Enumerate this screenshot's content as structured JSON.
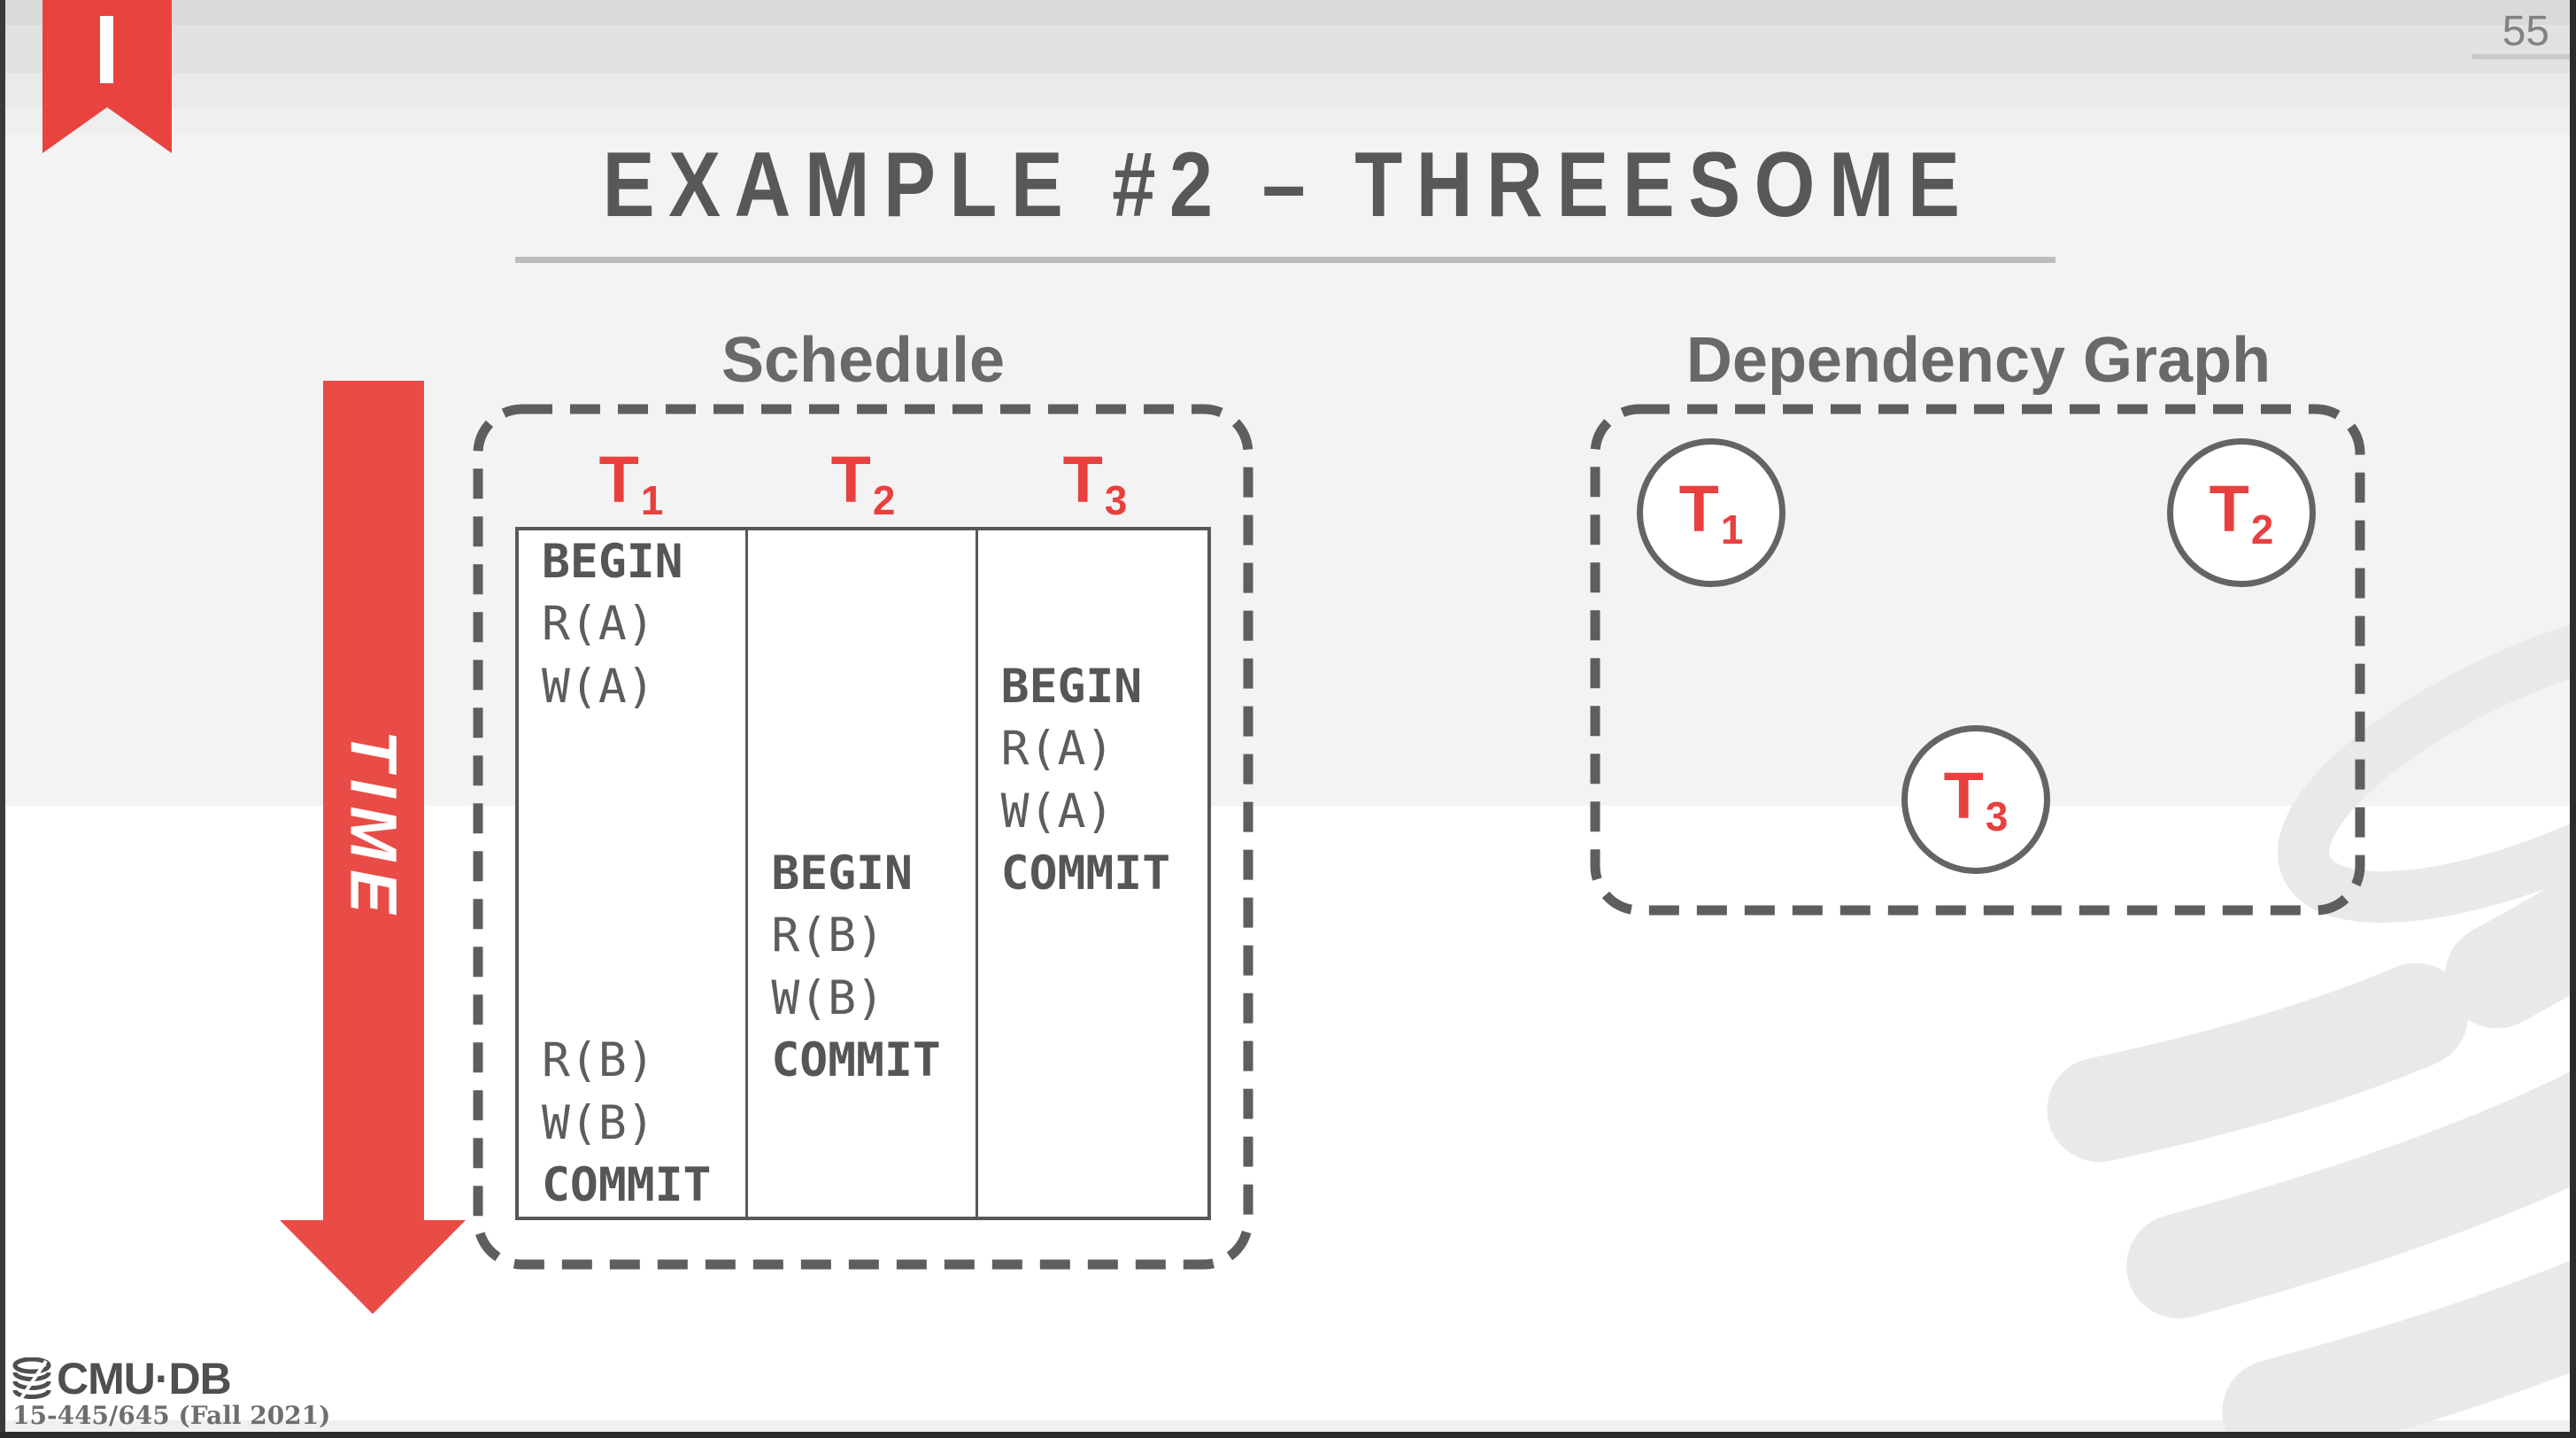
{
  "page_number": "55",
  "title": "EXAMPLE #2 – THREESOME",
  "schedule": {
    "heading": "Schedule",
    "time_label": "TIME",
    "columns": [
      {
        "label": "T",
        "sub": "1"
      },
      {
        "label": "T",
        "sub": "2"
      },
      {
        "label": "T",
        "sub": "3"
      }
    ],
    "transactions": [
      {
        "name": "T1",
        "ops": [
          {
            "text": "BEGIN",
            "row": 1,
            "bold": true
          },
          {
            "text": "R(A)",
            "row": 2
          },
          {
            "text": "W(A)",
            "row": 3
          },
          {
            "text": "R(B)",
            "row": 9
          },
          {
            "text": "W(B)",
            "row": 10
          },
          {
            "text": "COMMIT",
            "row": 11,
            "bold": true
          }
        ]
      },
      {
        "name": "T2",
        "ops": [
          {
            "text": "BEGIN",
            "row": 6,
            "bold": true
          },
          {
            "text": "R(B)",
            "row": 7
          },
          {
            "text": "W(B)",
            "row": 8
          },
          {
            "text": "COMMIT",
            "row": 9,
            "bold": true
          }
        ]
      },
      {
        "name": "T3",
        "ops": [
          {
            "text": "BEGIN",
            "row": 3,
            "bold": true
          },
          {
            "text": "R(A)",
            "row": 4
          },
          {
            "text": "W(A)",
            "row": 5
          },
          {
            "text": "COMMIT",
            "row": 6,
            "bold": true
          }
        ]
      }
    ]
  },
  "dependency_graph": {
    "heading": "Dependency Graph",
    "nodes": [
      {
        "label": "T",
        "sub": "1"
      },
      {
        "label": "T",
        "sub": "2"
      },
      {
        "label": "T",
        "sub": "3"
      }
    ]
  },
  "footer": {
    "logo_text": "CMU·DB",
    "course_label": "15-445/645 (Fall 2021)"
  },
  "colors": {
    "accent_red": "#E8433F",
    "dash_gray": "#5E5E5E",
    "title_gray": "#58585A",
    "watermark_gray": "#E9E9E9"
  }
}
